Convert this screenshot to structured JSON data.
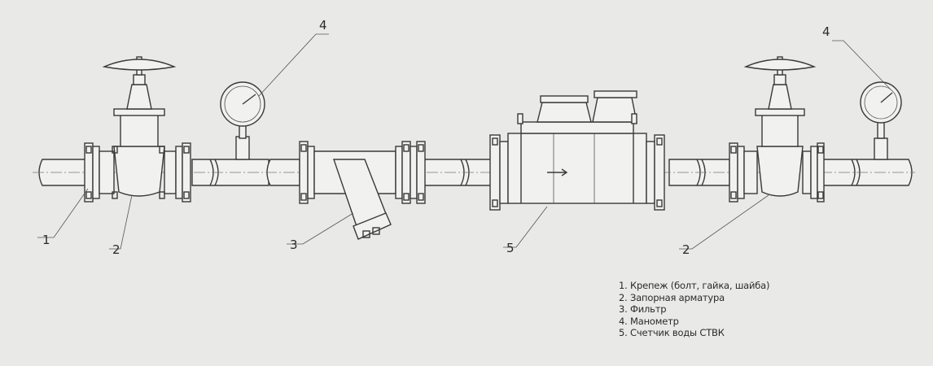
{
  "labels": {
    "fastener": "1",
    "valve_left": "2",
    "filter": "3",
    "gauge_left": "4",
    "meter": "5",
    "valve_right": "2",
    "gauge_right": "4"
  },
  "legend": [
    "1. Крепеж (болт, гайка, шайба)",
    "2. Запорная арматура",
    "3. Фильтр",
    "4. Манометр",
    "5. Счетчик воды СТВК"
  ]
}
